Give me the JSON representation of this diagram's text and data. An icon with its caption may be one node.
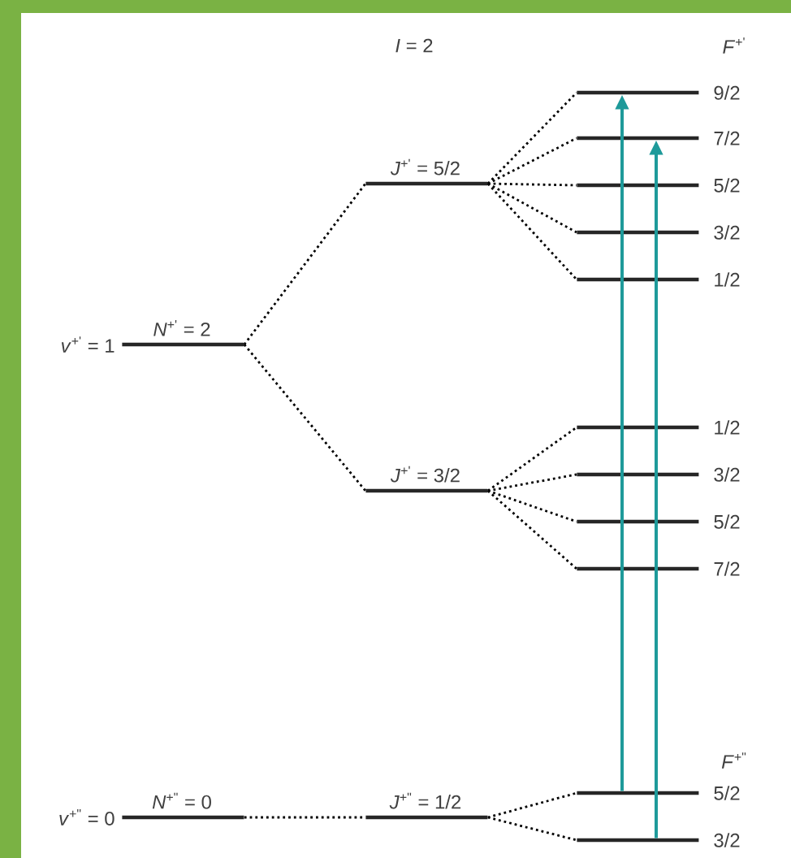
{
  "diagram": {
    "nodes": [
      {
        "text": [],
        "shape": "bar",
        "beside": [
          "*v*$^{+'}$ = 1",
          "*N*$^{+'}$ = 2"
        ]
      },
      {
        "text": [],
        "shape": "bar",
        "beside": [
          "*J*$^{+'}$ = 5/2"
        ]
      },
      {
        "text": [],
        "shape": "bar",
        "beside": [
          "*J*$^{+'}$ = 3/2"
        ]
      },
      {
        "text": [],
        "shape": "bar",
        "beside": [
          "9/2"
        ]
      },
      {
        "text": [],
        "shape": "bar",
        "beside": [
          "7/2"
        ]
      },
      {
        "text": [],
        "shape": "bar",
        "beside": [
          "5/2"
        ]
      },
      {
        "text": [],
        "shape": "bar",
        "beside": [
          "3/2"
        ]
      },
      {
        "text": [],
        "shape": "bar",
        "beside": [
          "1/2"
        ]
      },
      {
        "text": [],
        "shape": "bar",
        "beside": [
          "1/2"
        ]
      },
      {
        "text": [],
        "shape": "bar",
        "beside": [
          "3/2"
        ]
      },
      {
        "text": [],
        "shape": "bar",
        "beside": [
          "5/2"
        ]
      },
      {
        "text": [],
        "shape": "bar",
        "beside": [
          "7/2"
        ]
      },
      {
        "text": [],
        "shape": "bar",
        "beside": [
          "*v*$^{+\"}$ = 0",
          "*N*$^{+\"}$ = 0"
        ]
      },
      {
        "text": [],
        "shape": "bar",
        "beside": [
          "*J*$^{+\"}$ = 1/2"
        ]
      },
      {
        "text": [],
        "shape": "bar",
        "beside": [
          "5/2"
        ]
      },
      {
        "text": [],
        "shape": "bar",
        "beside": [
          "3/2"
        ]
      }
    ],
    "edges": [
      {
        "from": 0,
        "to": 1,
        "arrow": "none",
        "style": "dashed"
      },
      {
        "from": 0,
        "to": 2,
        "arrow": "none",
        "style": "dashed"
      },
      {
        "from": 1,
        "to": 3,
        "arrow": "none",
        "style": "dashed"
      },
      {
        "from": 1,
        "to": 4,
        "arrow": "none",
        "style": "dashed"
      },
      {
        "from": 1,
        "to": 5,
        "arrow": "none",
        "style": "dashed"
      },
      {
        "from": 1,
        "to": 6,
        "arrow": "none",
        "style": "dashed"
      },
      {
        "from": 1,
        "to": 7,
        "arrow": "none",
        "style": "dashed"
      },
      {
        "from": 2,
        "to": 8,
        "arrow": "none",
        "style": "dashed"
      },
      {
        "from": 2,
        "to": 9,
        "arrow": "none",
        "style": "dashed"
      },
      {
        "from": 2,
        "to": 10,
        "arrow": "none",
        "style": "dashed"
      },
      {
        "from": 2,
        "to": 11,
        "arrow": "none",
        "style": "dashed"
      },
      {
        "from": 12,
        "to": 13,
        "arrow": "none",
        "style": "dashed"
      },
      {
        "from": 13,
        "to": 14,
        "arrow": "none",
        "style": "dashed"
      },
      {
        "from": 13,
        "to": 15,
        "arrow": "none",
        "style": "dashed"
      },
      {
        "from": 14,
        "to": 3,
        "arrow": "to",
        "color": "#1e9a9a"
      },
      {
        "from": 15,
        "to": 4,
        "arrow": "to",
        "color": "#1e9a9a"
      }
    ],
    "labels": [
      "*I* = 2",
      "*F*$^{+'}$",
      "*F*$^{+\"}$"
    ]
  }
}
